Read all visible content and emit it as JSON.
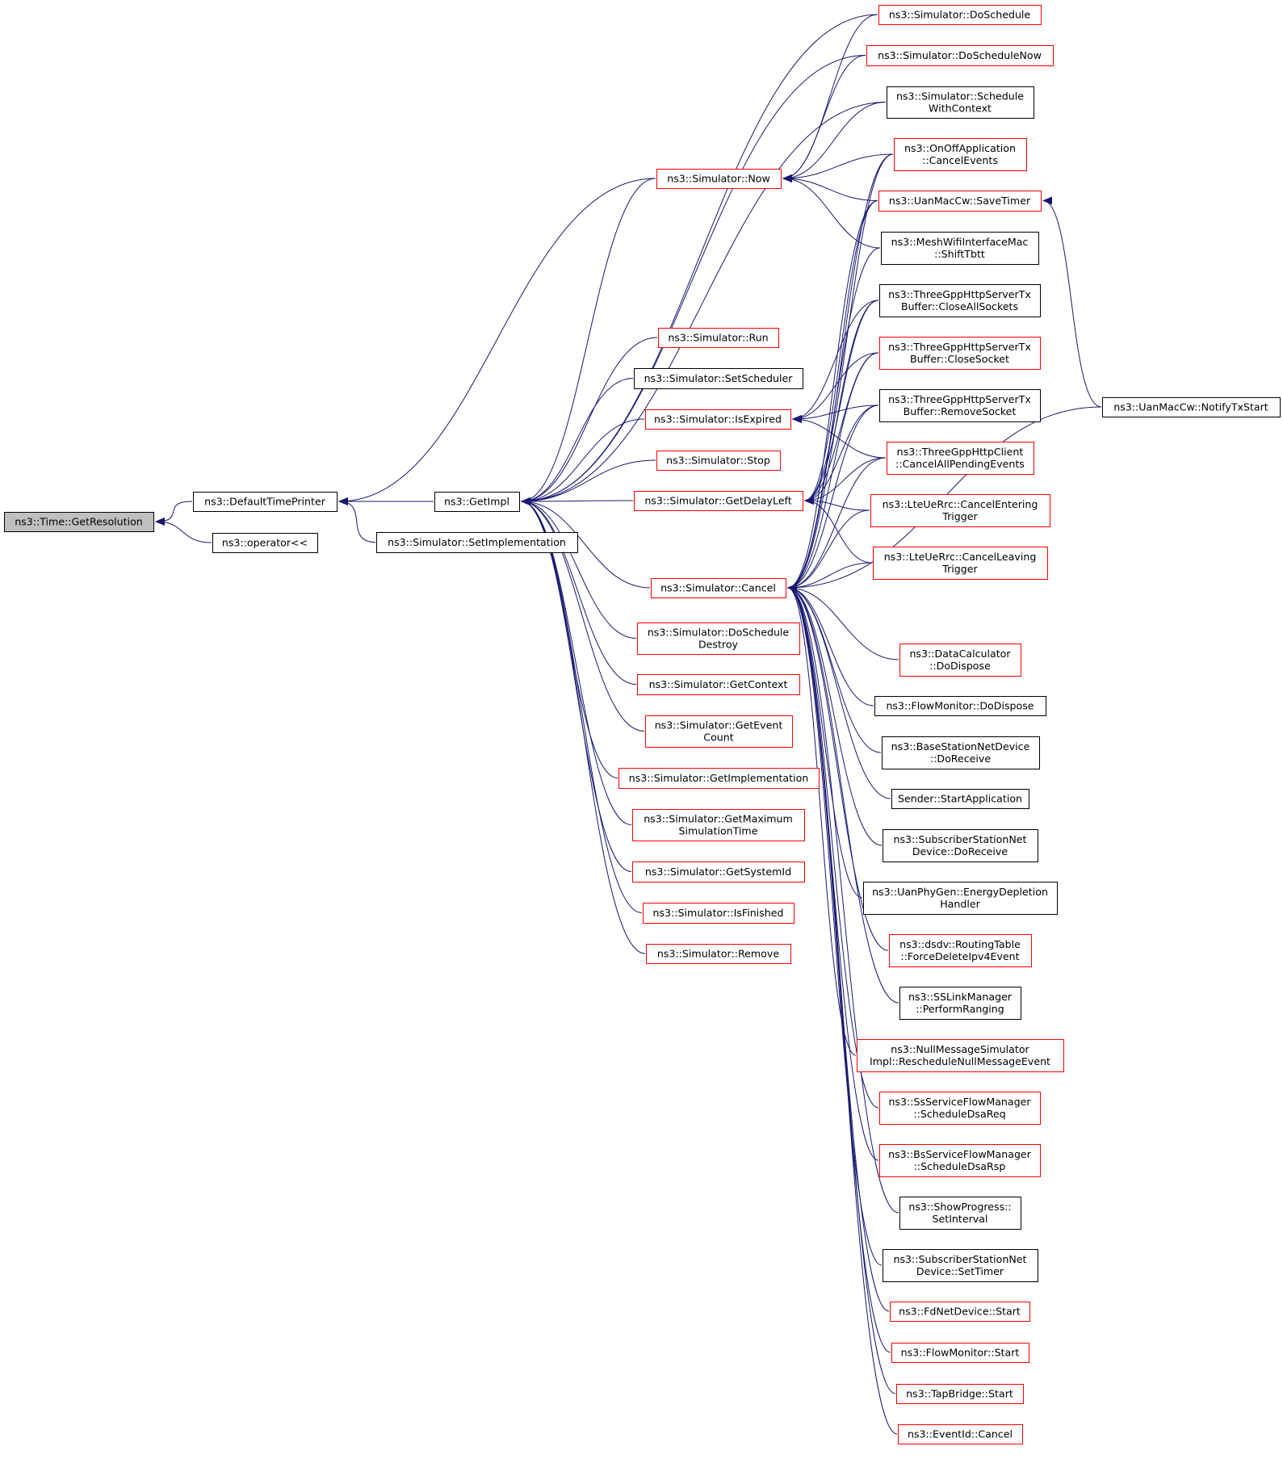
{
  "colors": {
    "edge": "#191970",
    "border_default": "#000000",
    "border_highlight": "#ff0000",
    "root_fill": "#bfbfbf",
    "node_fill": "#ffffff"
  },
  "nodes": {
    "root": {
      "lines": [
        "ns3::Time::GetResolution"
      ],
      "style": "root"
    },
    "defaultPrinter": {
      "lines": [
        "ns3::DefaultTimePrinter"
      ],
      "style": "black"
    },
    "operatorLL": {
      "lines": [
        "ns3::operator<<"
      ],
      "style": "black"
    },
    "getImpl": {
      "lines": [
        "ns3::GetImpl"
      ],
      "style": "black"
    },
    "setImpl": {
      "lines": [
        "ns3::Simulator::SetImplementation"
      ],
      "style": "black"
    },
    "now": {
      "lines": [
        "ns3::Simulator::Now"
      ],
      "style": "red"
    },
    "run": {
      "lines": [
        "ns3::Simulator::Run"
      ],
      "style": "red"
    },
    "setScheduler": {
      "lines": [
        "ns3::Simulator::SetScheduler"
      ],
      "style": "black"
    },
    "isExpired": {
      "lines": [
        "ns3::Simulator::IsExpired"
      ],
      "style": "red"
    },
    "stop": {
      "lines": [
        "ns3::Simulator::Stop"
      ],
      "style": "red"
    },
    "getDelayLeft": {
      "lines": [
        "ns3::Simulator::GetDelayLeft"
      ],
      "style": "red"
    },
    "cancel": {
      "lines": [
        "ns3::Simulator::Cancel"
      ],
      "style": "red"
    },
    "doSchedDestroy": {
      "lines": [
        "ns3::Simulator::DoSchedule",
        "Destroy"
      ],
      "style": "red"
    },
    "getContext": {
      "lines": [
        "ns3::Simulator::GetContext"
      ],
      "style": "red"
    },
    "getEventCount": {
      "lines": [
        "ns3::Simulator::GetEvent",
        "Count"
      ],
      "style": "red"
    },
    "getImplementation": {
      "lines": [
        "ns3::Simulator::GetImplementation"
      ],
      "style": "red"
    },
    "getMaxSimTime": {
      "lines": [
        "ns3::Simulator::GetMaximum",
        "SimulationTime"
      ],
      "style": "red"
    },
    "getSystemId": {
      "lines": [
        "ns3::Simulator::GetSystemId"
      ],
      "style": "red"
    },
    "isFinished": {
      "lines": [
        "ns3::Simulator::IsFinished"
      ],
      "style": "red"
    },
    "remove": {
      "lines": [
        "ns3::Simulator::Remove"
      ],
      "style": "red"
    },
    "doSchedule": {
      "lines": [
        "ns3::Simulator::DoSchedule"
      ],
      "style": "red"
    },
    "doScheduleNow": {
      "lines": [
        "ns3::Simulator::DoScheduleNow"
      ],
      "style": "red"
    },
    "schedWithCtx": {
      "lines": [
        "ns3::Simulator::Schedule",
        "WithContext"
      ],
      "style": "black"
    },
    "onOffCancel": {
      "lines": [
        "ns3::OnOffApplication",
        "::CancelEvents"
      ],
      "style": "red"
    },
    "uanSaveTimer": {
      "lines": [
        "ns3::UanMacCw::SaveTimer"
      ],
      "style": "red"
    },
    "meshShiftTbtt": {
      "lines": [
        "ns3::MeshWifiInterfaceMac",
        "::ShiftTbtt"
      ],
      "style": "black"
    },
    "tgCloseAll": {
      "lines": [
        "ns3::ThreeGppHttpServerTx",
        "Buffer::CloseAllSockets"
      ],
      "style": "black"
    },
    "tgCloseSocket": {
      "lines": [
        "ns3::ThreeGppHttpServerTx",
        "Buffer::CloseSocket"
      ],
      "style": "red"
    },
    "tgRemoveSocket": {
      "lines": [
        "ns3::ThreeGppHttpServerTx",
        "Buffer::RemoveSocket"
      ],
      "style": "black"
    },
    "tgClientCancel": {
      "lines": [
        "ns3::ThreeGppHttpClient",
        "::CancelAllPendingEvents"
      ],
      "style": "red"
    },
    "lteCancelEnter": {
      "lines": [
        "ns3::LteUeRrc::CancelEntering",
        "Trigger"
      ],
      "style": "red"
    },
    "lteCancelLeave": {
      "lines": [
        "ns3::LteUeRrc::CancelLeaving",
        "Trigger"
      ],
      "style": "red"
    },
    "uanNotifyTx": {
      "lines": [
        "ns3::UanMacCw::NotifyTxStart"
      ],
      "style": "black"
    },
    "dataCalcDispose": {
      "lines": [
        "ns3::DataCalculator",
        "::DoDispose"
      ],
      "style": "red"
    },
    "flowMonDispose": {
      "lines": [
        "ns3::FlowMonitor::DoDispose"
      ],
      "style": "black"
    },
    "bsDoReceive": {
      "lines": [
        "ns3::BaseStationNetDevice",
        "::DoReceive"
      ],
      "style": "black"
    },
    "senderStart": {
      "lines": [
        "Sender::StartApplication"
      ],
      "style": "black"
    },
    "ssDoReceive": {
      "lines": [
        "ns3::SubscriberStationNet",
        "Device::DoReceive"
      ],
      "style": "black"
    },
    "uanEnergyDepl": {
      "lines": [
        "ns3::UanPhyGen::EnergyDepletion",
        "Handler"
      ],
      "style": "black"
    },
    "dsdvForceDel": {
      "lines": [
        "ns3::dsdv::RoutingTable",
        "::ForceDeleteIpv4Event"
      ],
      "style": "red"
    },
    "ssLinkRanging": {
      "lines": [
        "ns3::SSLinkManager",
        "::PerformRanging"
      ],
      "style": "black"
    },
    "nullMsgResched": {
      "lines": [
        "ns3::NullMessageSimulator",
        "Impl::RescheduleNullMessageEvent"
      ],
      "style": "red"
    },
    "ssSchedDsaReq": {
      "lines": [
        "ns3::SsServiceFlowManager",
        "::ScheduleDsaReq"
      ],
      "style": "red"
    },
    "bsSchedDsaRsp": {
      "lines": [
        "ns3::BsServiceFlowManager",
        "::ScheduleDsaRsp"
      ],
      "style": "red"
    },
    "showProgress": {
      "lines": [
        "ns3::ShowProgress::",
        "SetInterval"
      ],
      "style": "black"
    },
    "ssSetTimer": {
      "lines": [
        "ns3::SubscriberStationNet",
        "Device::SetTimer"
      ],
      "style": "black"
    },
    "fdNetStart": {
      "lines": [
        "ns3::FdNetDevice::Start"
      ],
      "style": "red"
    },
    "flowMonStart": {
      "lines": [
        "ns3::FlowMonitor::Start"
      ],
      "style": "red"
    },
    "tapBridgeStart": {
      "lines": [
        "ns3::TapBridge::Start"
      ],
      "style": "red"
    },
    "eventIdCancel": {
      "lines": [
        "ns3::EventId::Cancel"
      ],
      "style": "red"
    }
  },
  "edges": [
    [
      "root",
      "defaultPrinter"
    ],
    [
      "root",
      "operatorLL"
    ],
    [
      "defaultPrinter",
      "getImpl"
    ],
    [
      "defaultPrinter",
      "setImpl"
    ],
    [
      "defaultPrinter",
      "now"
    ],
    [
      "getImpl",
      "now"
    ],
    [
      "getImpl",
      "run"
    ],
    [
      "getImpl",
      "setScheduler"
    ],
    [
      "getImpl",
      "isExpired"
    ],
    [
      "getImpl",
      "stop"
    ],
    [
      "getImpl",
      "getDelayLeft"
    ],
    [
      "getImpl",
      "cancel"
    ],
    [
      "getImpl",
      "doSchedDestroy"
    ],
    [
      "getImpl",
      "getContext"
    ],
    [
      "getImpl",
      "getEventCount"
    ],
    [
      "getImpl",
      "getImplementation"
    ],
    [
      "getImpl",
      "getMaxSimTime"
    ],
    [
      "getImpl",
      "getSystemId"
    ],
    [
      "getImpl",
      "isFinished"
    ],
    [
      "getImpl",
      "remove"
    ],
    [
      "getImpl",
      "doSchedule"
    ],
    [
      "getImpl",
      "doScheduleNow"
    ],
    [
      "getImpl",
      "schedWithCtx"
    ],
    [
      "now",
      "doSchedule"
    ],
    [
      "now",
      "doScheduleNow"
    ],
    [
      "now",
      "schedWithCtx"
    ],
    [
      "now",
      "onOffCancel"
    ],
    [
      "now",
      "uanSaveTimer"
    ],
    [
      "now",
      "meshShiftTbtt"
    ],
    [
      "isExpired",
      "tgCloseAll"
    ],
    [
      "isExpired",
      "tgCloseSocket"
    ],
    [
      "isExpired",
      "tgRemoveSocket"
    ],
    [
      "isExpired",
      "tgClientCancel"
    ],
    [
      "getDelayLeft",
      "tgCloseAll"
    ],
    [
      "getDelayLeft",
      "tgCloseSocket"
    ],
    [
      "getDelayLeft",
      "tgRemoveSocket"
    ],
    [
      "getDelayLeft",
      "tgClientCancel"
    ],
    [
      "getDelayLeft",
      "lteCancelEnter"
    ],
    [
      "getDelayLeft",
      "lteCancelLeave"
    ],
    [
      "getDelayLeft",
      "onOffCancel"
    ],
    [
      "getDelayLeft",
      "uanSaveTimer"
    ],
    [
      "uanSaveTimer",
      "uanNotifyTx"
    ],
    [
      "cancel",
      "onOffCancel"
    ],
    [
      "cancel",
      "uanSaveTimer"
    ],
    [
      "cancel",
      "meshShiftTbtt"
    ],
    [
      "cancel",
      "tgCloseAll"
    ],
    [
      "cancel",
      "tgCloseSocket"
    ],
    [
      "cancel",
      "tgRemoveSocket"
    ],
    [
      "cancel",
      "tgClientCancel"
    ],
    [
      "cancel",
      "lteCancelEnter"
    ],
    [
      "cancel",
      "lteCancelLeave"
    ],
    [
      "cancel",
      "uanNotifyTx"
    ],
    [
      "cancel",
      "dataCalcDispose"
    ],
    [
      "cancel",
      "flowMonDispose"
    ],
    [
      "cancel",
      "bsDoReceive"
    ],
    [
      "cancel",
      "senderStart"
    ],
    [
      "cancel",
      "ssDoReceive"
    ],
    [
      "cancel",
      "uanEnergyDepl"
    ],
    [
      "cancel",
      "dsdvForceDel"
    ],
    [
      "cancel",
      "ssLinkRanging"
    ],
    [
      "cancel",
      "nullMsgResched"
    ],
    [
      "cancel",
      "ssSchedDsaReq"
    ],
    [
      "cancel",
      "bsSchedDsaRsp"
    ],
    [
      "cancel",
      "showProgress"
    ],
    [
      "cancel",
      "ssSetTimer"
    ],
    [
      "cancel",
      "fdNetStart"
    ],
    [
      "cancel",
      "flowMonStart"
    ],
    [
      "cancel",
      "tapBridgeStart"
    ],
    [
      "cancel",
      "eventIdCancel"
    ]
  ]
}
